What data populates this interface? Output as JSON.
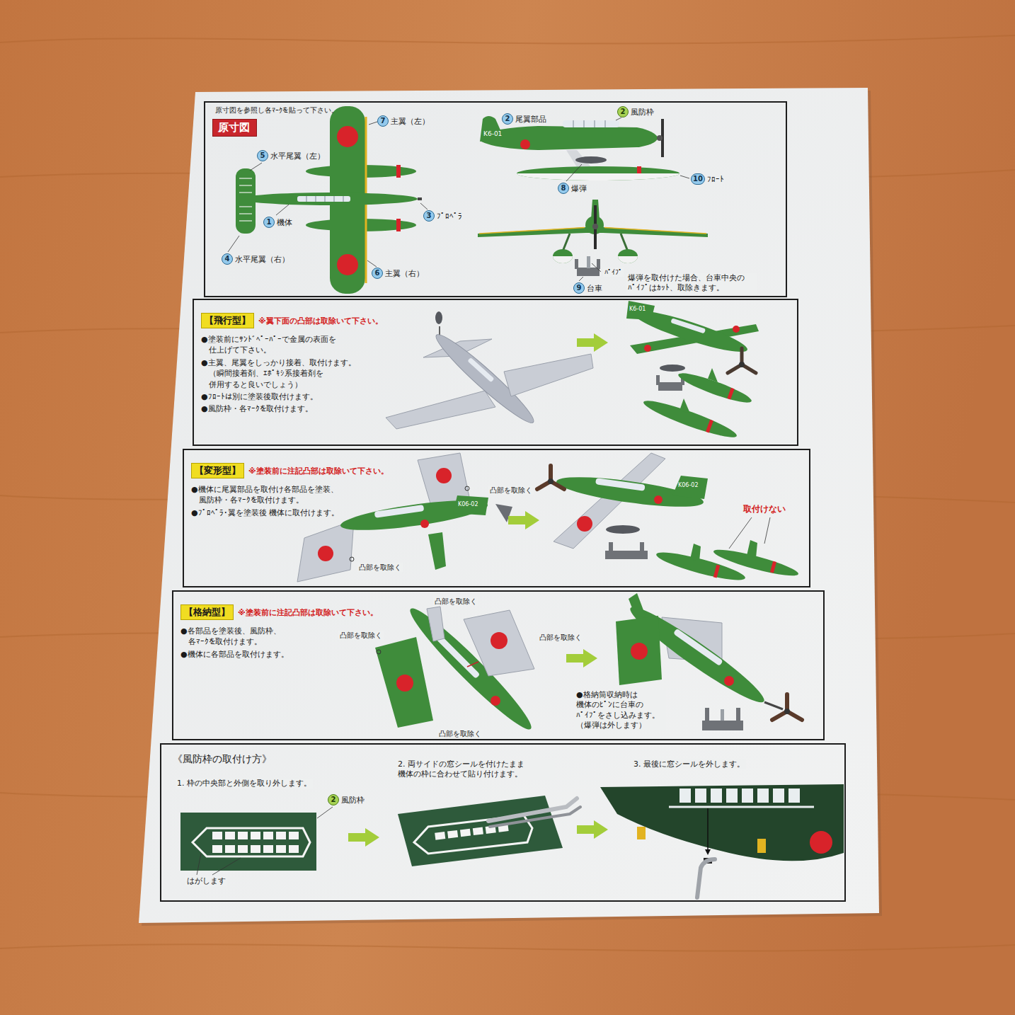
{
  "diagram": {
    "nodes": [
      {
        "text": [
          "原寸図を参照し各ﾏｰｸを貼って下さい。"
        ]
      },
      {
        "text": [
          "原寸図"
        ],
        "in": 0
      },
      {
        "text": [
          "7",
          "主翼（左）"
        ],
        "in": 0
      },
      {
        "text": [
          "5",
          "水平尾翼（左）"
        ],
        "in": 0
      },
      {
        "text": [
          "3",
          "ﾌﾟﾛﾍﾟﾗ"
        ],
        "in": 0
      },
      {
        "text": [
          "1",
          "機体"
        ],
        "in": 0
      },
      {
        "text": [
          "4",
          "水平尾翼（右）"
        ],
        "in": 0
      },
      {
        "text": [
          "6",
          "主翼（右）"
        ],
        "in": 0
      },
      {
        "text": [
          "2",
          "尾翼部品"
        ],
        "in": 0
      },
      {
        "text": [
          "2",
          "風防枠"
        ],
        "in": 0
      },
      {
        "text": [
          "10",
          "ﾌﾛｰﾄ"
        ],
        "in": 0
      },
      {
        "text": [
          "8",
          "爆弾"
        ],
        "in": 0
      },
      {
        "text": [
          "9",
          "台車"
        ],
        "in": 0
      },
      {
        "text": [
          "【飛行型】",
          "※翼下面の凸部は取除いて下さい。",
          "●塗装前にｻﾝﾄﾞﾍﾟｰﾊﾟｰで金属の表面を 仕上げて下さい。",
          "●主翼、尾翼をしっかり接着、取付けます。 （瞬間接着剤、ｴﾎﾟｷｼ系接着剤を 併用すると良いでしょう）",
          "●ﾌﾛｰﾄは別に塗装後取付けます。",
          "●風防枠・各ﾏｰｸを取付けます。"
        ]
      },
      {
        "text": [
          "【変形型】",
          "※塗装前に注記凸部は取除いて下さい。",
          "●機体に尾翼部品を取付け各部品を塗装、 風防枠・各ﾏｰｸを取付けます。",
          "●ﾌﾟﾛﾍﾟﾗ・翼を塗装後 機体に取付けます。"
        ]
      },
      {
        "text": [
          "【格納型】",
          "※塗装前に注記凸部は取除いて下さい。",
          "●各部品を塗装後、風防枠、 各ﾏｰｸを取付けます。",
          "●機体に各部品を取付けます。"
        ]
      },
      {
        "text": [
          "《風防枠の取付け方》"
        ]
      },
      {
        "text": [
          "2",
          "風防枠"
        ],
        "in": 16
      }
    ],
    "labels": [
      "K6-01",
      "ﾊﾟｲﾌﾟ",
      "爆弾を取付けた場合、台車中央の ﾊﾟｲﾌﾟはｶｯﾄ、取除きます。",
      "K6-01",
      "凸部を取除く",
      "K06-02",
      "凸部を取除く",
      "K06-02",
      "取付けない",
      "凸部を取除く",
      "凸部を取除く",
      "凸部を取除く",
      "凸部を取除く",
      "●格納筒収納時は 機体のﾋﾟﾝに台車の ﾊﾟｲﾌﾟをさし込みます。 （爆弾は外します）",
      "1. 枠の中央部と外側を取り外します。",
      "はがします",
      "2. 両サイドの窓シールを付けたまま 機体の枠に合わせて貼り付けます。",
      "3. 最後に窓シールを外します。"
    ]
  }
}
